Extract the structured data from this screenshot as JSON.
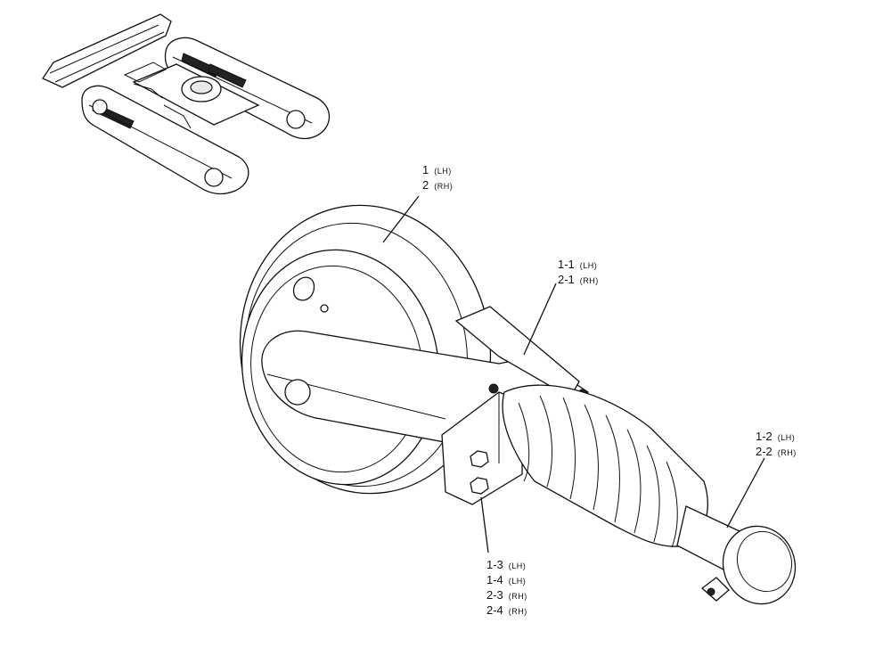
{
  "callouts": [
    {
      "id": "idler",
      "rows": [
        {
          "num": "1",
          "side": "(LH)"
        },
        {
          "num": "2",
          "side": "(RH)"
        }
      ]
    },
    {
      "id": "bracket",
      "rows": [
        {
          "num": "1-1",
          "side": "(LH)"
        },
        {
          "num": "2-1",
          "side": "(RH)"
        }
      ]
    },
    {
      "id": "cylinder",
      "rows": [
        {
          "num": "1-2",
          "side": "(LH)"
        },
        {
          "num": "2-2",
          "side": "(RH)"
        }
      ]
    },
    {
      "id": "bolts",
      "rows": [
        {
          "num": "1-3",
          "side": "(LH)"
        },
        {
          "num": "1-4",
          "side": "(LH)"
        },
        {
          "num": "2-3",
          "side": "(RH)"
        },
        {
          "num": "2-4",
          "side": "(RH)"
        }
      ]
    }
  ]
}
